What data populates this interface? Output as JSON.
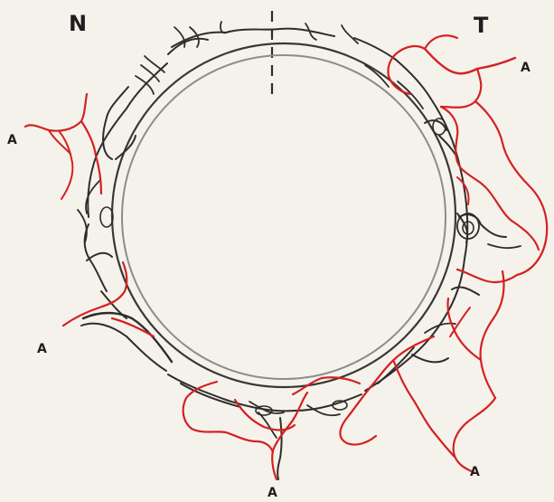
{
  "labels": {
    "nasal": "N",
    "temporal": "T",
    "artery_top_right": "A",
    "artery_left": "A",
    "artery_bottom_left": "A",
    "artery_bottom": "A",
    "artery_bottom_right": "A"
  },
  "colors": {
    "background": "#f5f2eb",
    "veins": "#2f2d2b",
    "arteries": "#d42121",
    "cornea_inner": "#8c8c8c"
  }
}
